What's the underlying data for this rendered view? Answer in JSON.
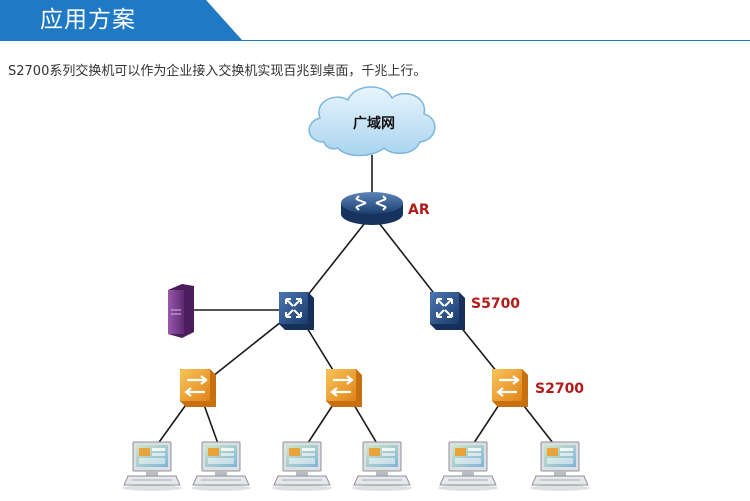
{
  "header": {
    "title": "应用方案"
  },
  "intro_text": "S2700系列交换机可以作为企业接入交换机实现百兆到桌面，千兆上行。",
  "diagram": {
    "cloud_label": "广域网",
    "router_label": "AR",
    "core_switch_label": "S5700",
    "access_switch_label": "S2700"
  },
  "colors": {
    "brand_blue": "#1f79c4",
    "label_red": "#b31b1b",
    "access_switch_orange": "#f2a22a",
    "core_switch_blue": "#2d5a9a",
    "server_purple": "#7b3c8e",
    "cloud_fill": "#c7e4f7"
  }
}
